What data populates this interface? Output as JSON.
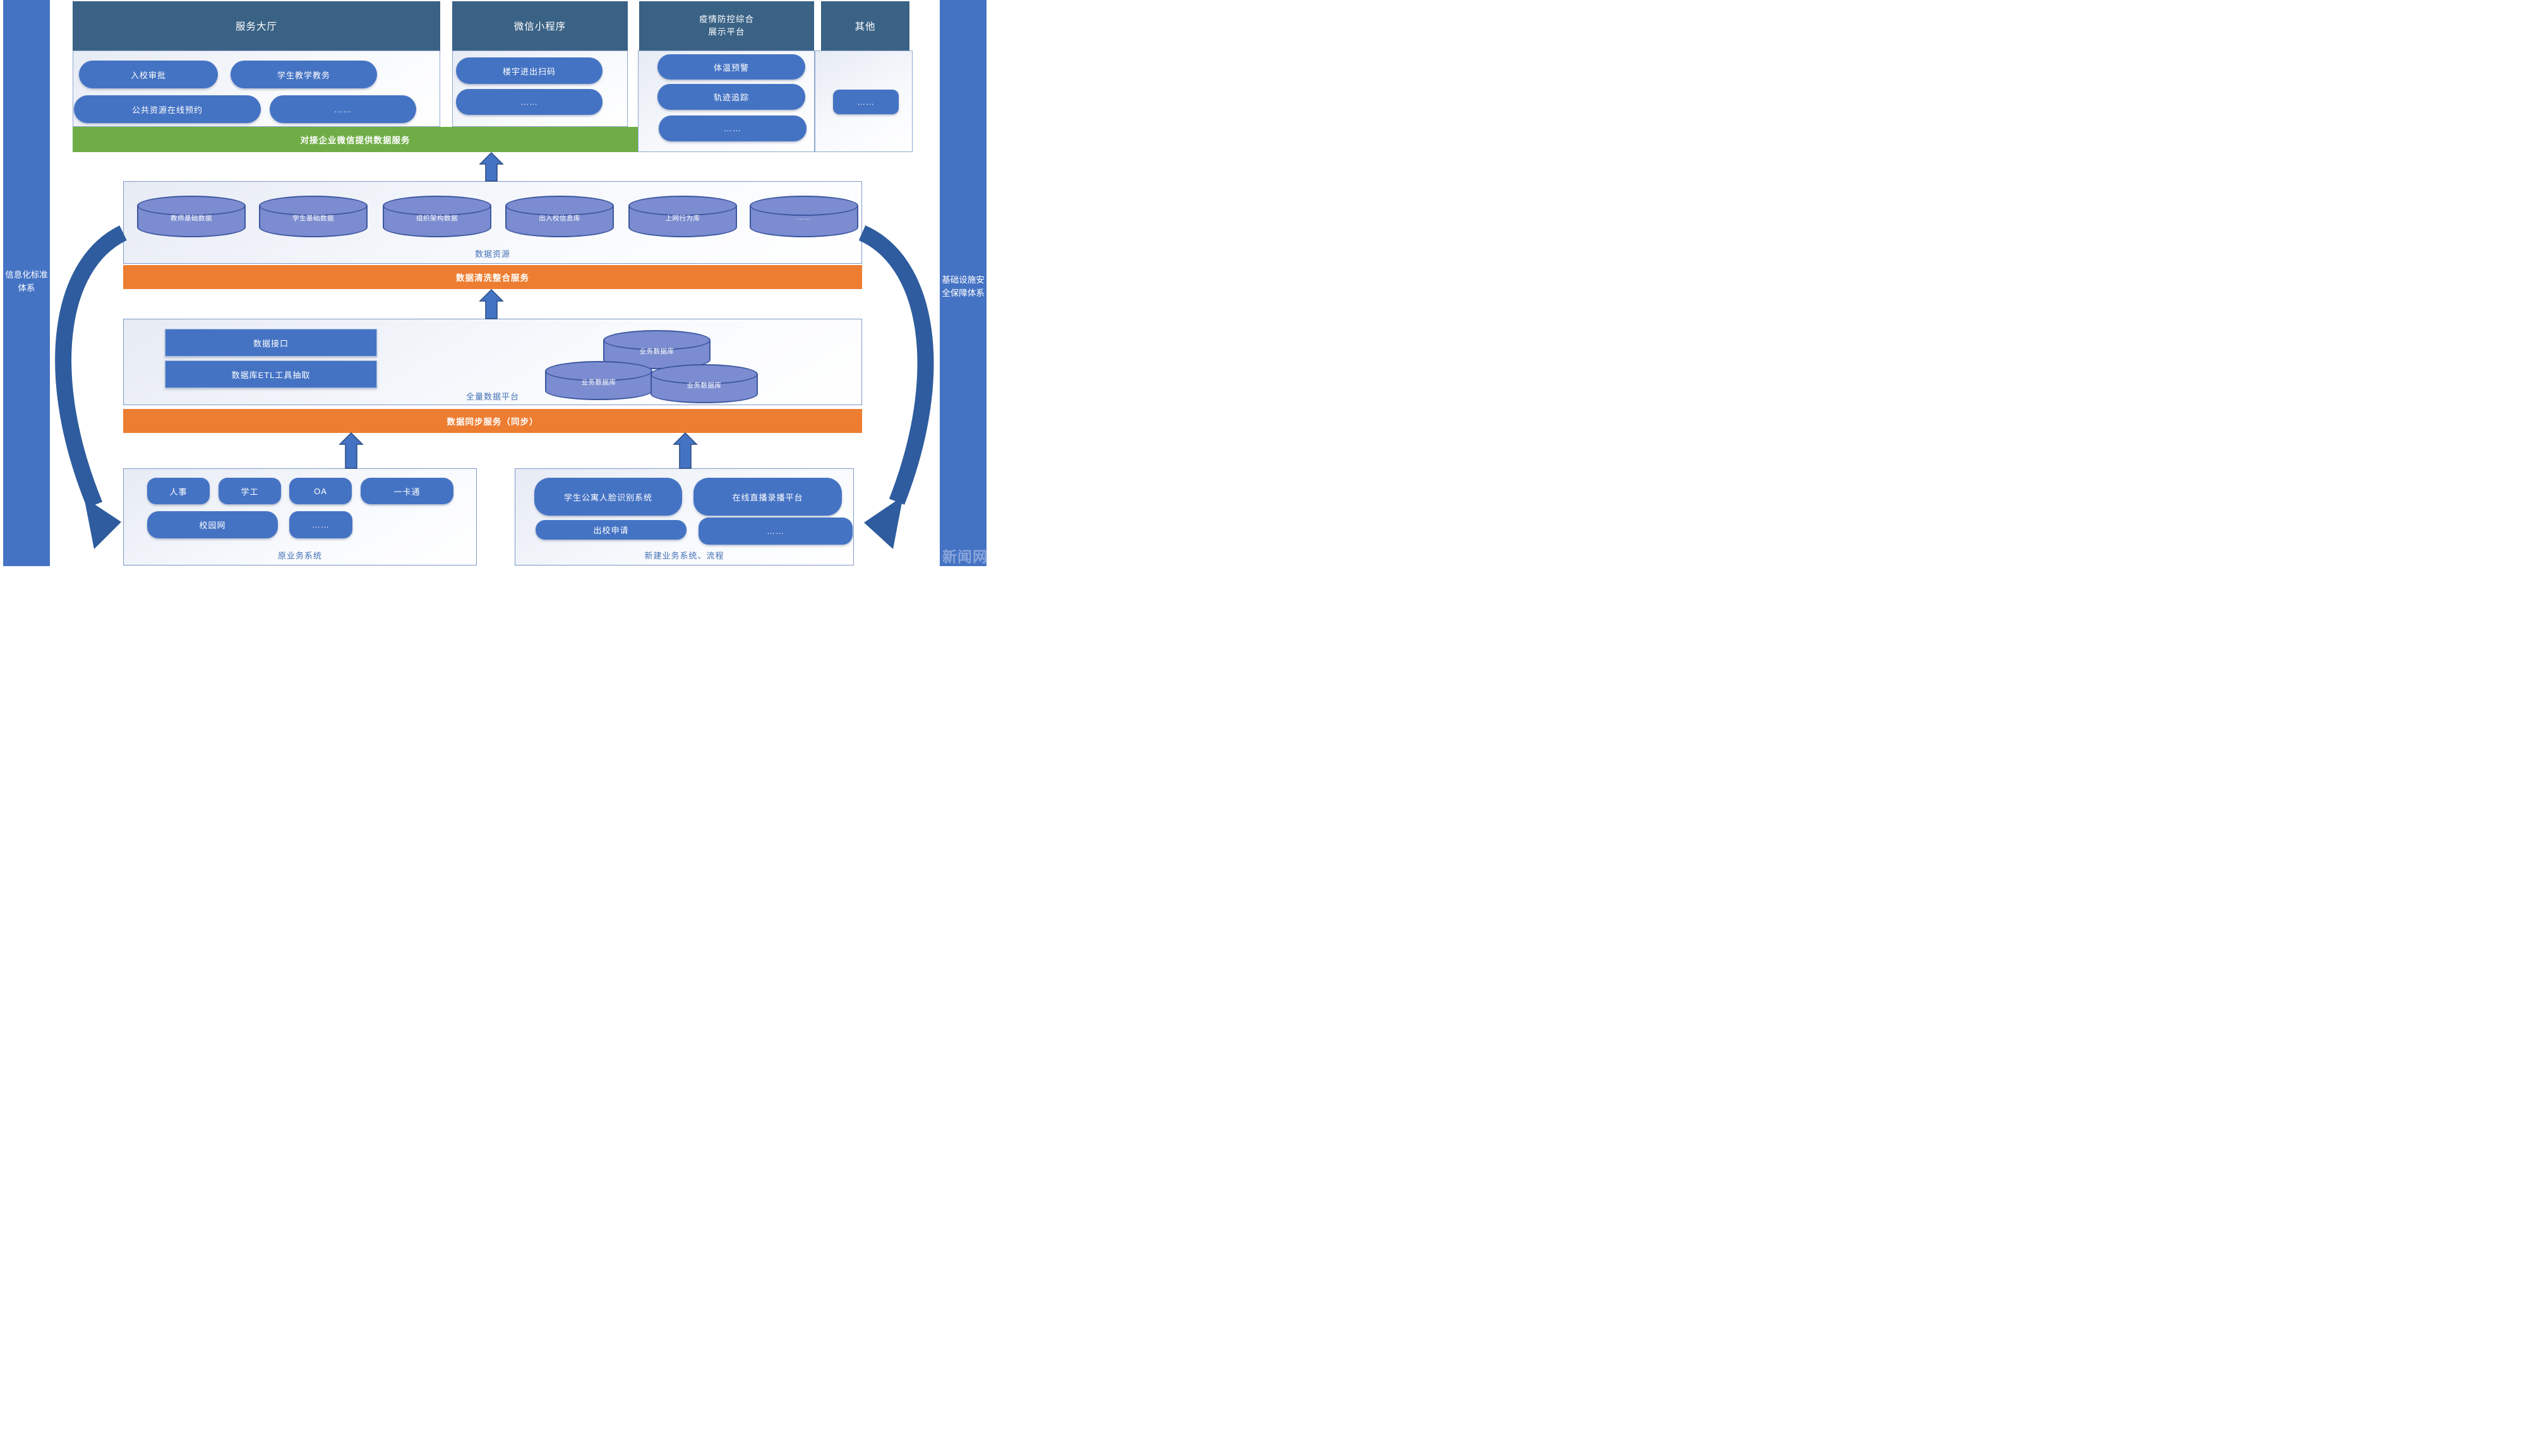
{
  "colors": {
    "header_teal": "#3A6285",
    "button_blue": "#4573C4",
    "cylinder_fill": "#7B8CD0",
    "cylinder_border": "#3D57A0",
    "orange_bar": "#ED7D31",
    "green_bar": "#70AD47",
    "sidebar_blue": "#4573C4",
    "arrow_blue": "#4573C4",
    "curved_arrow_blue": "#2E5C9E",
    "label_blue": "#4470B5"
  },
  "sidebar_left": {
    "line1": "信息化标准",
    "line2": "体系"
  },
  "sidebar_right": {
    "line1": "基础设施安",
    "line2": "全保障体系",
    "watermark": "新闻网"
  },
  "top": {
    "green_bar_label": "对接企业微信提供数据服务",
    "columns": [
      {
        "header": "服务大厅",
        "buttons": [
          "入校审批",
          "学生教学教务",
          "公共资源在线预约",
          "……"
        ]
      },
      {
        "header": "微信小程序",
        "buttons": [
          "楼宇进出扫码",
          "……"
        ]
      },
      {
        "header_line1": "疫情防控综合",
        "header_line2": "展示平台",
        "buttons": [
          "体温预警",
          "轨迹追踪",
          "……"
        ]
      },
      {
        "header": "其他",
        "buttons": [
          "……"
        ]
      }
    ]
  },
  "data_resource": {
    "label": "数据资源",
    "cylinders": [
      "教师基础数据",
      "学生基础数据",
      "组织架构数据",
      "出入校信息库",
      "上网行为库",
      "……"
    ]
  },
  "service_bars": {
    "clean": "数据清洗整合服务",
    "sync": "数据同步服务（同步）"
  },
  "full_platform": {
    "label": "全量数据平台",
    "blocks": [
      "数据接口",
      "数据库ETL工具抽取"
    ],
    "cylinders": [
      "业务数据库",
      "业务数据库",
      "业务数据库"
    ]
  },
  "legacy_systems": {
    "label": "原业务系统",
    "buttons": [
      "人事",
      "学工",
      "OA",
      "一卡通",
      "校园网",
      "……"
    ]
  },
  "new_systems": {
    "label": "新建业务系统、流程",
    "buttons": [
      "学生公寓人脸识别系统",
      "在线直播录播平台",
      "出校申请",
      "……"
    ]
  }
}
